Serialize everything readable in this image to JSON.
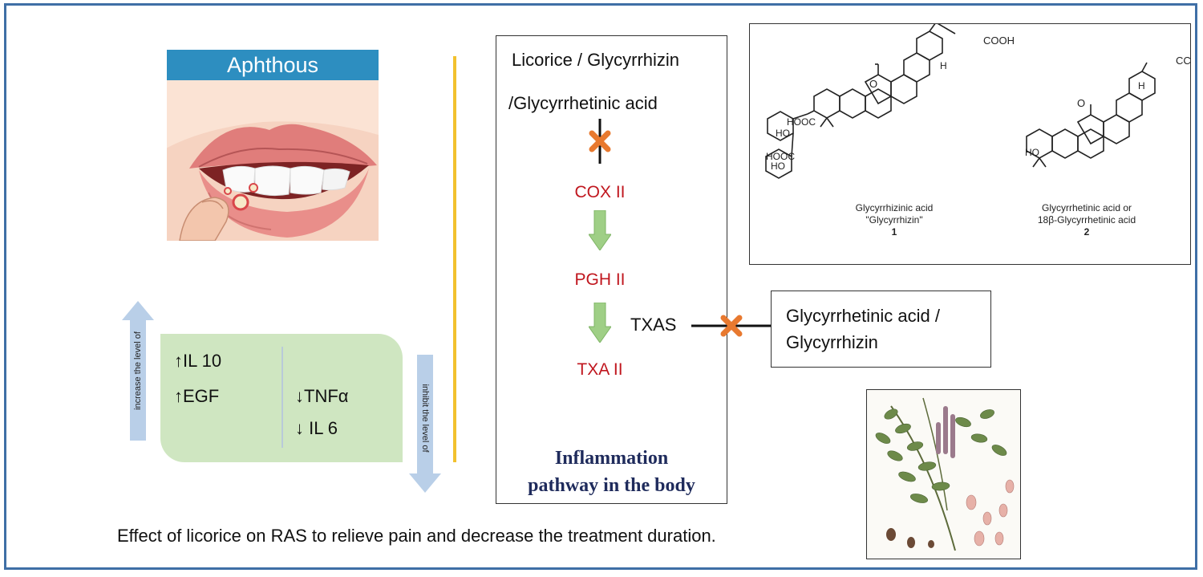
{
  "aphthous_label": "Aphthous",
  "pathway": {
    "line1": "Licorice / Glycyrrhizin",
    "line2": "/Glycyrrhetinic acid",
    "cox": "COX II",
    "pgh": "PGH II",
    "txa": "TXA II",
    "txas": "TXAS",
    "footer_line1": "Inflammation",
    "footer_line2": "pathway in the body"
  },
  "cytokines": {
    "up1": "↑IL 10",
    "up2": "↑EGF",
    "down1": "↓TNFα",
    "down2": "↓ IL 6"
  },
  "arrow_labels": {
    "increase": "increase the level of",
    "inhibit": "inhibit the level of"
  },
  "inhibitor_box": {
    "line1": "Glycyrrhetinic acid /",
    "line2": "Glycyrrhizin"
  },
  "structures": {
    "s1_line1": "Glycyrrhizinic acid",
    "s1_line2": "\"Glycyrrhizin\"",
    "s1_num": "1",
    "s2_line1": "Glycyrrhetinic acid or",
    "s2_line2": "18β-Glycyrrhetinic acid",
    "s2_num": "2",
    "cooh": "COOH",
    "co_trunc": "CC",
    "hooc": "HOOC",
    "ho": "HO",
    "o": "O",
    "h": "H"
  },
  "caption": "Effect of licorice on RAS to relieve pain and decrease the treatment duration.",
  "colors": {
    "frame": "#3f6fa6",
    "yellow": "#f2c12e",
    "green_box": "#cfe6c1",
    "red_text": "#c0161e",
    "orange_x": "#e8792f",
    "blue_arrow": "#b9cfe8",
    "green_arrow": "#9fcf86"
  }
}
